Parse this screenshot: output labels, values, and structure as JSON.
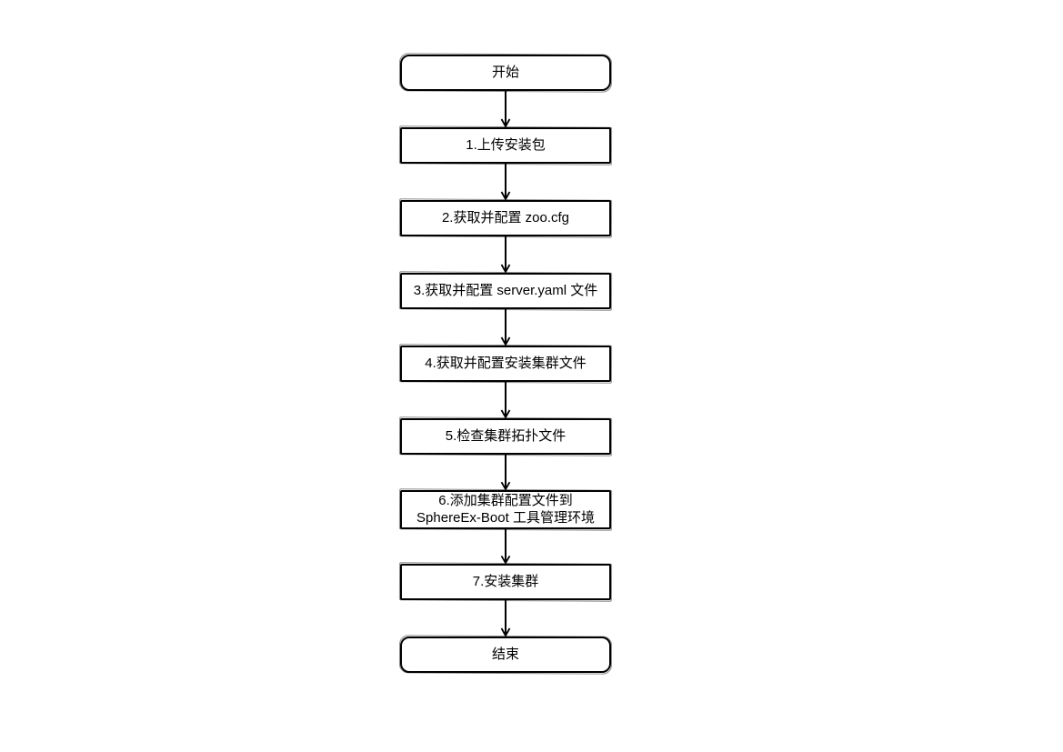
{
  "diagram": {
    "type": "flowchart",
    "style": "hand-drawn-sketch",
    "background_color": "#ffffff",
    "stroke_color": "#000000",
    "text_color": "#000000",
    "node_fill_color": "#ffffff",
    "nodes": [
      {
        "id": "start",
        "shape": "terminator",
        "label": "开始"
      },
      {
        "id": "step1",
        "shape": "process",
        "label": "1.上传安装包"
      },
      {
        "id": "step2",
        "shape": "process",
        "label": "2.获取并配置 zoo.cfg"
      },
      {
        "id": "step3",
        "shape": "process",
        "label": "3.获取并配置 server.yaml 文件"
      },
      {
        "id": "step4",
        "shape": "process",
        "label": "4.获取并配置安装集群文件"
      },
      {
        "id": "step5",
        "shape": "process",
        "label": "5.检查集群拓扑文件"
      },
      {
        "id": "step6",
        "shape": "process",
        "label": "6.添加集群配置文件到 SphereEx-Boot 工具管理环境"
      },
      {
        "id": "step7",
        "shape": "process",
        "label": "7.安装集群"
      },
      {
        "id": "end",
        "shape": "terminator",
        "label": "结束"
      }
    ],
    "edges": [
      {
        "from": "start",
        "to": "step1",
        "arrow": "open-thin-down"
      },
      {
        "from": "step1",
        "to": "step2",
        "arrow": "open-thin-down"
      },
      {
        "from": "step2",
        "to": "step3",
        "arrow": "open-thin-down"
      },
      {
        "from": "step3",
        "to": "step4",
        "arrow": "open-thin-down"
      },
      {
        "from": "step4",
        "to": "step5",
        "arrow": "open-thin-down"
      },
      {
        "from": "step5",
        "to": "step6",
        "arrow": "open-thin-down"
      },
      {
        "from": "step6",
        "to": "step7",
        "arrow": "open-thin-down"
      },
      {
        "from": "step7",
        "to": "end",
        "arrow": "open-thin-down"
      }
    ]
  }
}
